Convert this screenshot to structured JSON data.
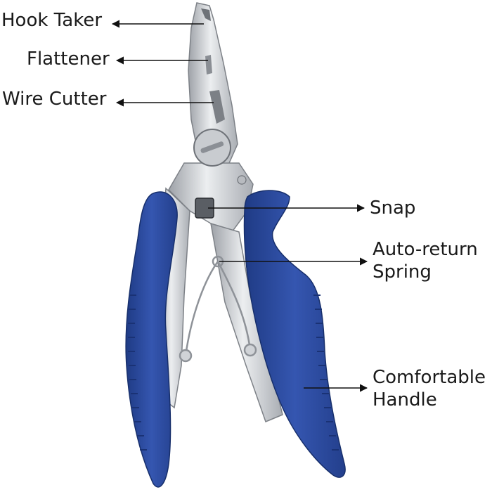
{
  "labels": {
    "hook_taker": "Hook Taker",
    "flattener": "Flattener",
    "wire_cutter": "Wire Cutter",
    "snap": "Snap",
    "spring_line1": "Auto-return",
    "spring_line2": "Spring",
    "handle_line1": "Comfortable",
    "handle_line2": "Handle"
  },
  "colors": {
    "handle": "#2f4fa3",
    "steel": "#d4d6d9",
    "arrow": "#111111"
  }
}
